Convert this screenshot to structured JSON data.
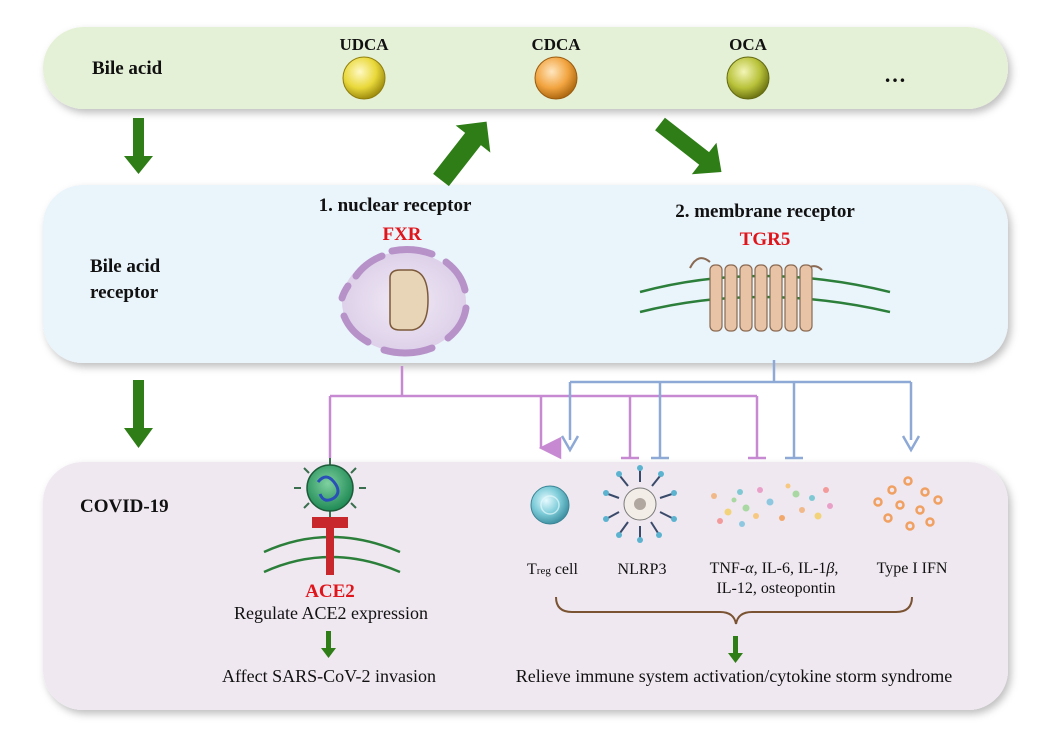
{
  "panels": {
    "bile_acid": {
      "label": "Bile acid"
    },
    "receptor": {
      "label_line1": "Bile acid",
      "label_line2": "receptor"
    },
    "covid": {
      "label": "COVID-19"
    }
  },
  "bile_acids": {
    "udca": {
      "label": "UDCA",
      "color": "#e9d83a"
    },
    "cdca": {
      "label": "CDCA",
      "color": "#f2a440"
    },
    "oca": {
      "label": "OCA",
      "color": "#b9c23a"
    },
    "more": "…"
  },
  "receptors": {
    "nuclear": {
      "title": "1. nuclear receptor",
      "name": "FXR"
    },
    "membrane": {
      "title": "2. membrane receptor",
      "name": "TGR5"
    }
  },
  "targets": {
    "ace2": {
      "name": "ACE2",
      "line1": "Regulate ACE2 expression",
      "line2": "Affect SARS-CoV-2 invasion"
    },
    "treg": {
      "prefix": "T",
      "sub": "reg",
      "suffix": " cell"
    },
    "nlrp3": {
      "label": "NLRP3"
    },
    "cytokines": {
      "line1_a": "TNF-",
      "alpha": "α",
      "line1_b": ", IL-6, IL-1",
      "beta": "β",
      "line1_c": ",",
      "line2": "IL-12, osteopontin"
    },
    "ifn": {
      "label": "Type I IFN"
    }
  },
  "outcome": {
    "label": "Relieve immune system activation/cytokine storm syndrome"
  },
  "colors": {
    "arrow_green": "#2e7d16",
    "fxr_line": "#c78ad2",
    "tgr5_line": "#8ea9d6",
    "red_label": "#e0151b"
  }
}
